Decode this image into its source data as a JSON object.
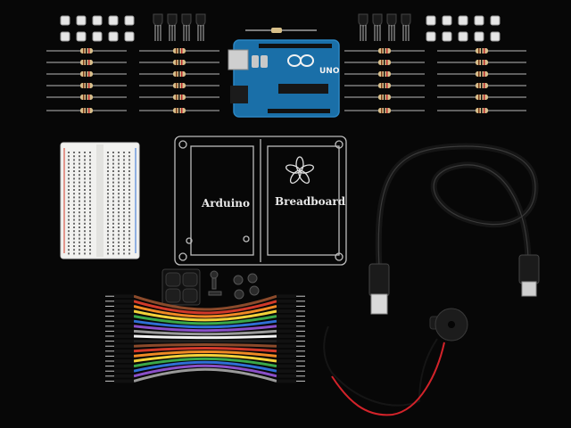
{
  "photo": {
    "background_color": "#070707",
    "acrylic_plate": {
      "left_label": "Arduino",
      "right_label": "Breadboard"
    },
    "board": {
      "color": "#1a6fa8",
      "silkscreen": "UNO"
    },
    "jumper_wire_colors": [
      "#8b4a2b",
      "#d23a2a",
      "#f08a24",
      "#f3d23a",
      "#3aa84a",
      "#2f6fd6",
      "#8a4fc8",
      "#9a9a9a",
      "#f2f2f2",
      "#202020"
    ],
    "icons": [
      "arduino-logo-icon",
      "adafruit-flower-icon"
    ]
  }
}
